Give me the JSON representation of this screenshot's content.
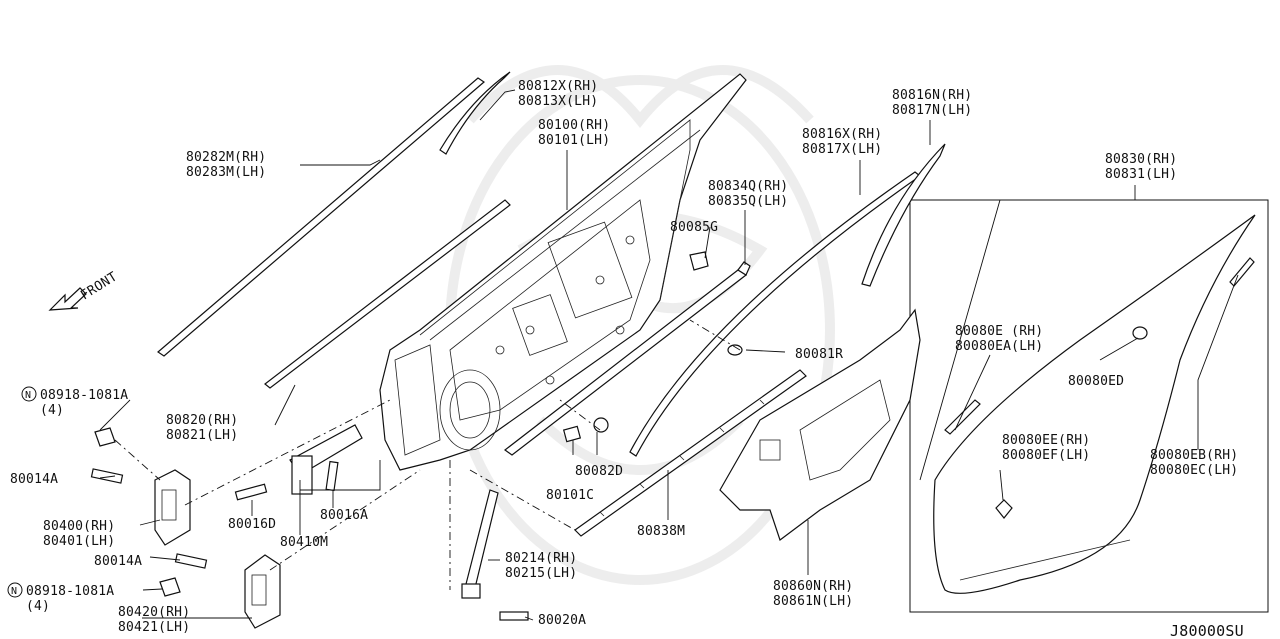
{
  "diagram_code": "J80000SU",
  "front_label": "FRONT",
  "labels": {
    "l_80812": [
      "80812X(RH)",
      "80813X(LH)"
    ],
    "l_80100": [
      "80100(RH)",
      "80101(LH)"
    ],
    "l_80282": [
      "80282M(RH)",
      "80283M(LH)"
    ],
    "l_80816n": [
      "80816N(RH)",
      "80817N(LH)"
    ],
    "l_80816x": [
      "80816X(RH)",
      "80817X(LH)"
    ],
    "l_80834": [
      "80834Q(RH)",
      "80835Q(LH)"
    ],
    "l_80830": [
      "80830(RH)",
      "80831(LH)"
    ],
    "l_80085": [
      "80085G"
    ],
    "l_80081": [
      "80081R"
    ],
    "l_80080e": [
      "80080E (RH)",
      "80080EA(LH)"
    ],
    "l_80080ed": [
      "80080ED"
    ],
    "l_08918a": [
      "08918-1081A",
      "(4)"
    ],
    "l_80820": [
      "80820(RH)",
      "80821(LH)"
    ],
    "l_80014a": [
      "80014A"
    ],
    "l_80400": [
      "80400(RH)",
      "80401(LH)"
    ],
    "l_80016d": [
      "80016D"
    ],
    "l_80016a": [
      "80016A"
    ],
    "l_80410": [
      "80410M"
    ],
    "l_80082": [
      "80082D"
    ],
    "l_80101c": [
      "80101C"
    ],
    "l_80838": [
      "80838M"
    ],
    "l_80080ee": [
      "80080EE(RH)",
      "80080EF(LH)"
    ],
    "l_80080eb": [
      "80080EB(RH)",
      "80080EC(LH)"
    ],
    "l_80014b": [
      "80014A"
    ],
    "l_08918b": [
      "08918-1081A",
      "(4)"
    ],
    "l_80214": [
      "80214(RH)",
      "80215(LH)"
    ],
    "l_80420": [
      "80420(RH)",
      "80421(LH)"
    ],
    "l_80020": [
      "80020A"
    ],
    "l_80860": [
      "80860N(RH)",
      "80861N(LH)"
    ]
  }
}
